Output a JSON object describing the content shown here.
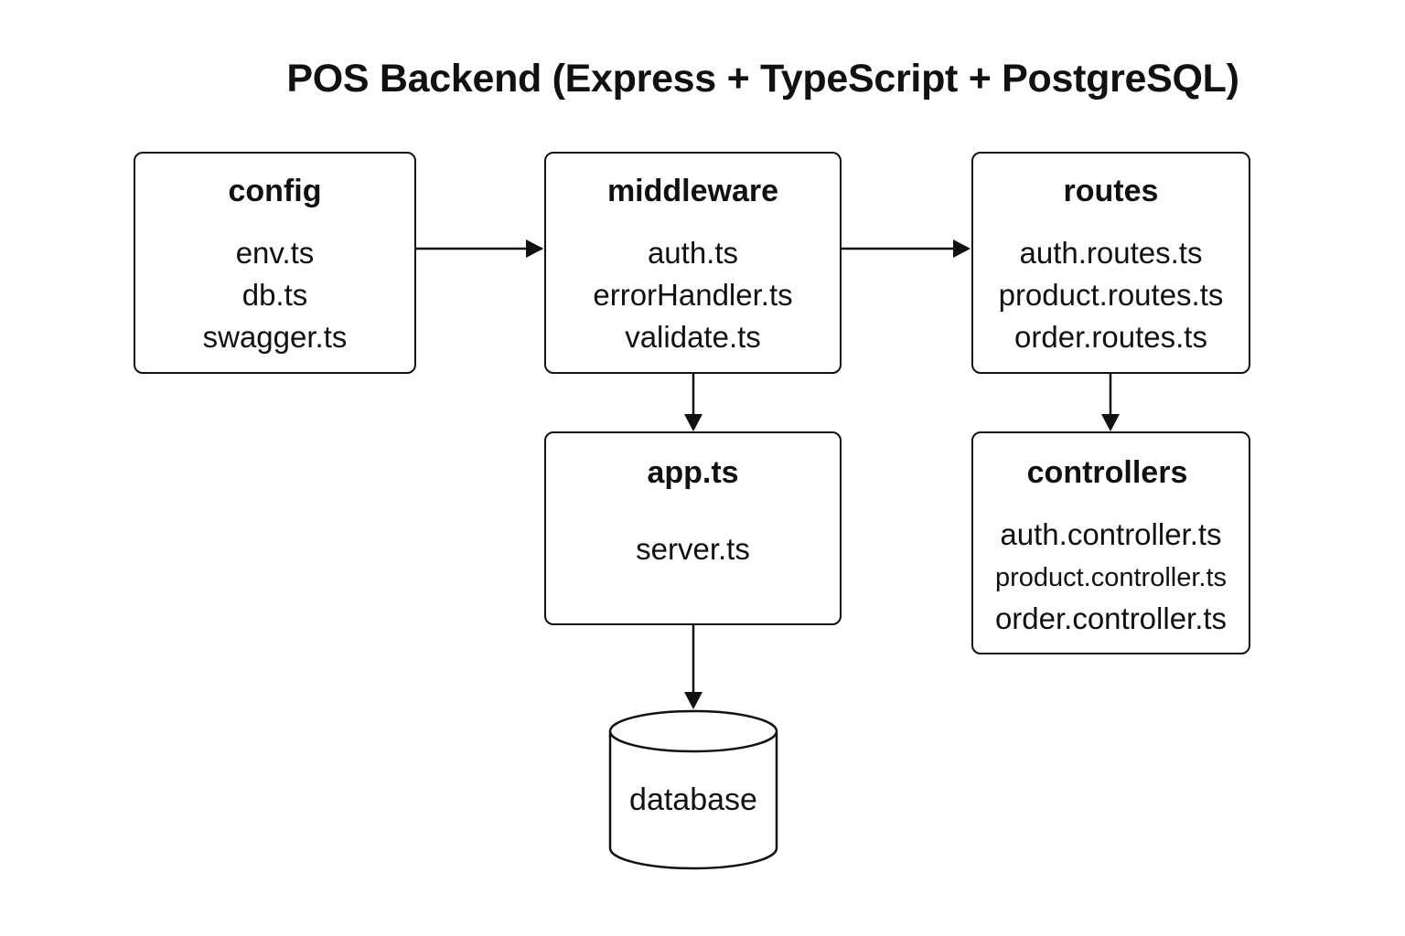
{
  "title": "POS Backend (Express + TypeScript + PostgreSQL)",
  "nodes": {
    "config": {
      "title": "config",
      "files": [
        "env.ts",
        "db.ts",
        "swagger.ts"
      ]
    },
    "middleware": {
      "title": "middleware",
      "files": [
        "auth.ts",
        "errorHandler.ts",
        "validate.ts"
      ]
    },
    "routes": {
      "title": "routes",
      "files": [
        "auth.routes.ts",
        "product.routes.ts",
        "order.routes.ts"
      ]
    },
    "app": {
      "title": "app.ts",
      "files": [
        "server.ts"
      ]
    },
    "controllers": {
      "title": "controllers",
      "files": [
        "auth.controller.ts",
        "product.controller.ts",
        "order.controller.ts"
      ]
    },
    "database": {
      "label": "database"
    }
  },
  "edges": [
    {
      "from": "config",
      "to": "middleware"
    },
    {
      "from": "middleware",
      "to": "routes"
    },
    {
      "from": "middleware",
      "to": "app"
    },
    {
      "from": "routes",
      "to": "controllers"
    },
    {
      "from": "app",
      "to": "database"
    }
  ],
  "colors": {
    "stroke": "#111111",
    "background": "#ffffff"
  }
}
